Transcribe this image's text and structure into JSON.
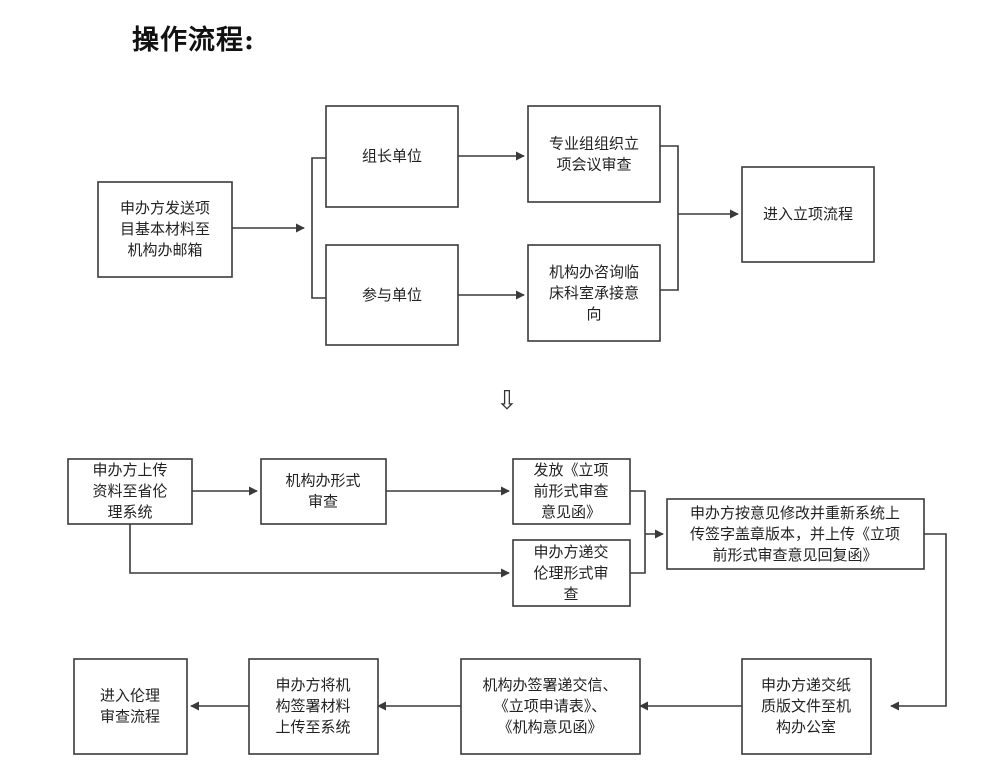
{
  "title": "操作流程:",
  "transition_symbol": "⇩",
  "nodes": {
    "send": [
      "申办方发送项",
      "目基本材料至",
      "机构办邮箱"
    ],
    "leader": [
      "组长单位"
    ],
    "participant": [
      "参与单位"
    ],
    "review": [
      "专业组组织立",
      "项会议审查"
    ],
    "consult": [
      "机构办咨询临",
      "床科室承接意",
      "向"
    ],
    "enter_project": [
      "进入立项流程"
    ],
    "upload": [
      "申办方上传",
      "资料至省伦",
      "理系统"
    ],
    "formal": [
      "机构办形式",
      "审查"
    ],
    "letter": [
      "发放《立项",
      "前形式审查",
      "意见函》"
    ],
    "ethics_submit": [
      "申办方递交",
      "伦理形式审",
      "查"
    ],
    "modify": [
      "申办方按意见修改并重新系统上",
      "传签字盖章版本，并上传《立项",
      "前形式审查意见回复函》"
    ],
    "paper": [
      "申办方递交纸",
      "质版文件至机",
      "构办公室"
    ],
    "sign": [
      "机构办签署递交信、",
      "《立项申请表》、",
      "《机构意见函》"
    ],
    "upload_signed": [
      "申办方将机",
      "构签署材料",
      "上传至系统"
    ],
    "enter_ethics": [
      "进入伦理",
      "审查流程"
    ]
  }
}
